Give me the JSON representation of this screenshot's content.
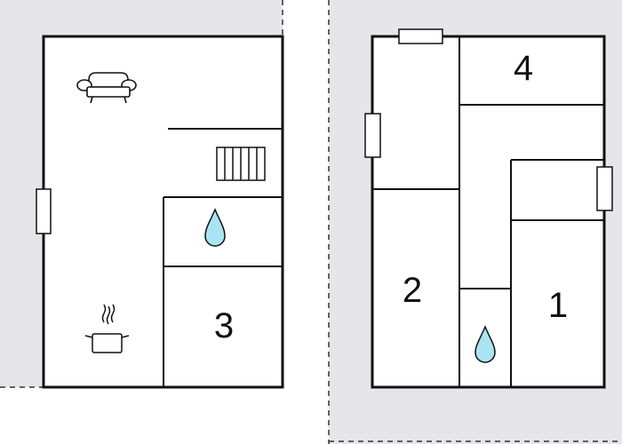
{
  "colors": {
    "surround": "#e6e6ea",
    "floor": "#ffffff",
    "wall": "#111111",
    "water": "#a8e4f2",
    "dashed_boundary": "#333333"
  },
  "left_floor": {
    "room_labels": [
      "3"
    ],
    "icons": [
      "sofa-icon",
      "staircase-icon",
      "water-drop-icon",
      "cooking-pot-icon",
      "window-icon"
    ]
  },
  "right_floor": {
    "room_labels": [
      "4",
      "2",
      "1"
    ],
    "icons": [
      "water-drop-icon",
      "window-icon",
      "window-icon",
      "window-icon"
    ]
  }
}
